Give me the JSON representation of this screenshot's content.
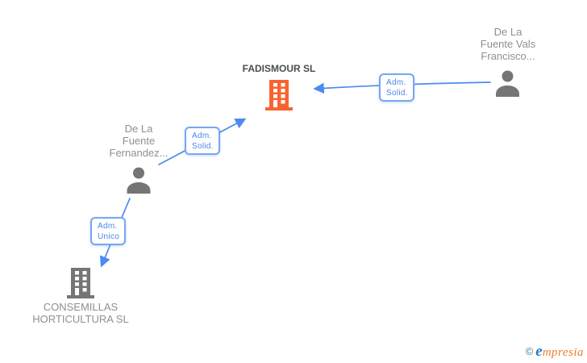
{
  "diagram": {
    "nodes": [
      {
        "id": "fadismour-sl",
        "type": "company",
        "emphasis": "highlighted",
        "label": "FADISMOUR SL",
        "lines": [
          "FADISMOUR SL"
        ]
      },
      {
        "id": "de-la-fuente-vals",
        "type": "person",
        "label": "De La Fuente Vals Francisco...",
        "lines": [
          "De La",
          "Fuente Vals",
          "Francisco..."
        ]
      },
      {
        "id": "de-la-fuente-fernandez",
        "type": "person",
        "label": "De La Fuente Fernandez...",
        "lines": [
          "De La",
          "Fuente",
          "Fernandez..."
        ]
      },
      {
        "id": "consemillas-horticultura-sl",
        "type": "company",
        "label": "CONSEMILLAS HORTICULTURA SL",
        "lines": [
          "CONSEMILLAS",
          "HORTICULTURA SL"
        ]
      }
    ],
    "edges": [
      {
        "from": "de-la-fuente-vals",
        "to": "fadismour-sl",
        "label": "Adm. Solid.",
        "lines": [
          "Adm.",
          "Solid."
        ]
      },
      {
        "from": "de-la-fuente-fernandez",
        "to": "fadismour-sl",
        "label": "Adm. Solid.",
        "lines": [
          "Adm.",
          "Solid."
        ]
      },
      {
        "from": "de-la-fuente-fernandez",
        "to": "consemillas-horticultura-sl",
        "label": "Adm. Unico",
        "lines": [
          "Adm.",
          "Unico"
        ]
      }
    ]
  },
  "watermark": {
    "copyright_symbol": "©",
    "brand_initial": "e",
    "brand_rest": "mpresia"
  },
  "colors": {
    "company_highlight": "#F96332",
    "entity_gray": "#757575",
    "relation_blue": "#4D8AF0",
    "edge_label_text": "#4A86E8",
    "edge_label_border": "#78A6F2",
    "node_title_text": "#4D4D4D",
    "node_text": "#8F8F8F",
    "brand_blue": "#1F7BC0",
    "brand_orange": "#E87E2B"
  }
}
